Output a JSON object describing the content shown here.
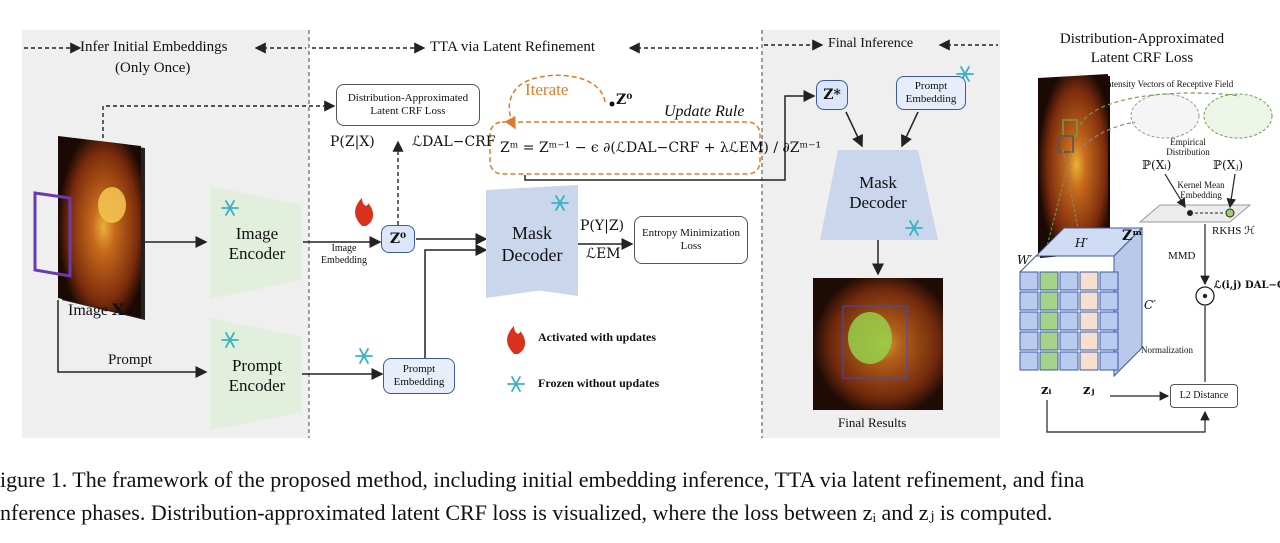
{
  "phases": {
    "infer": "Infer Initial Embeddings",
    "infer_sub": "(Only Once)",
    "tta": "TTA via Latent Refinement",
    "final": "Final Inference"
  },
  "image_label": "Image",
  "image_var": "X",
  "prompt_label": "Prompt",
  "image_encoder": "Image Encoder",
  "prompt_encoder": "Prompt Encoder",
  "image_embedding": "Image Embedding",
  "z0": "Z⁰",
  "prompt_embedding": "Prompt Embedding",
  "mask_decoder": "Mask Decoder",
  "dal_crf_box": "Distribution-Approximated Latent CRF Loss",
  "p_z_x": "P(Z|X)",
  "l_dal_crf": "ℒDAL−CRF",
  "iterate": "Iterate",
  "update_rule": "Update Rule",
  "update_formula": "Zᵐ = Zᵐ⁻¹ − ϵ ∂(ℒDAL−CRF + λℒEM) / ∂Zᵐ⁻¹",
  "p_y_z": "P(Y|Z)",
  "l_em": "ℒEM",
  "entropy_box": "Entropy Minimization Loss",
  "legend": {
    "activated": "Activated with updates",
    "frozen": "Frozen without updates"
  },
  "z_star": "Z*",
  "final_results": "Final Results",
  "right_panel": {
    "title_line1": "Distribution-Approximated",
    "title_line2": "Latent CRF Loss",
    "intensity": "Intensity Vectors of Receptive Field",
    "empirical": "Empirical Distribution",
    "p_xi": "ℙ(Xᵢ)",
    "p_xj": "ℙ(Xⱼ)",
    "kernel": "Kernel Mean Embedding",
    "rkhs": "RKHS ℋ",
    "mmd": "MMD",
    "loss_ij": "ℒ(i,j) DAL−CRF",
    "h": "H′",
    "w": "W′",
    "c": "C′",
    "zm": "Zᵐ",
    "normalization": "Normalization",
    "zi": "zᵢ",
    "zj": "zⱼ",
    "l2": "L2 Distance"
  },
  "caption": {
    "line1": "igure 1.  The framework of the proposed method, including initial embedding inference, TTA via latent refinement, and fina",
    "line2": "nference phases. Distribution-approximated latent CRF loss is visualized, where the loss between zᵢ and zⱼ is computed."
  }
}
